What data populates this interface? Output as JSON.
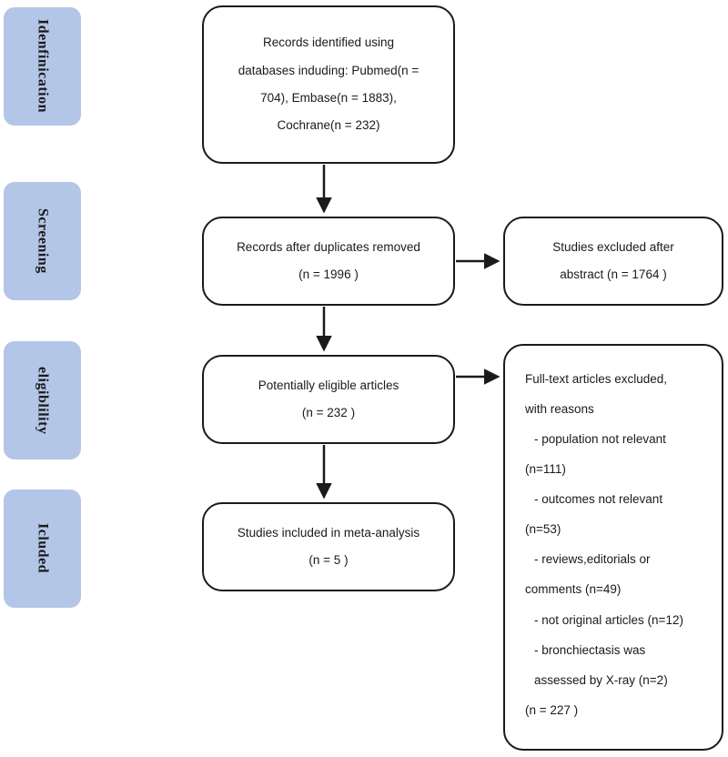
{
  "diagram": {
    "title": "PRISMA study selection flow diagram",
    "accent_color": "#b3c6e7",
    "line_color": "#1a1a1a",
    "background": "#ffffff"
  },
  "stages": [
    {
      "label": "Idenfinication"
    },
    {
      "label": "Screening"
    },
    {
      "label": "eligiblility"
    },
    {
      "label": "Icluded"
    }
  ],
  "nodes": {
    "identified": {
      "lines": [
        "Records identified using",
        "databases induding: Pubmed(n =",
        "704), Embase(n = 1883),",
        "Cochrane(n = 232)"
      ]
    },
    "after_duplicates": {
      "lines": [
        "Records after duplicates removed",
        "(n = 1996 )"
      ]
    },
    "excluded_abstract": {
      "lines": [
        "Studies excluded after",
        "abstract (n = 1764 )"
      ]
    },
    "potentially_eligible": {
      "lines": [
        "Potentially eligible articles",
        "(n = 232 )"
      ]
    },
    "included": {
      "lines": [
        "Studies included in meta-analysis",
        "(n = 5 )"
      ]
    },
    "excluded_fulltext": {
      "lines": [
        "Full-text articles excluded,",
        "with reasons",
        "- population not relevant",
        "(n=111)",
        "- outcomes not relevant",
        "(n=53)",
        "- reviews,editorials or",
        "comments (n=49)",
        "- not original articles (n=12)",
        "- bronchiectasis was",
        "assessed by X-ray (n=2)",
        "(n = 227 )"
      ]
    }
  },
  "chart_data": {
    "type": "diagram",
    "title": "PRISMA flow diagram of study selection",
    "stages": [
      "Idenfinication",
      "Screening",
      "eligiblility",
      "Icluded"
    ],
    "counts": {
      "pubmed": 704,
      "embase": 1883,
      "cochrane": 232,
      "records_after_duplicates": 1996,
      "excluded_after_abstract": 1764,
      "potentially_eligible": 232,
      "full_text_excluded_total": 227,
      "population_not_relevant": 111,
      "outcomes_not_relevant": 53,
      "reviews_editorials_comments": 49,
      "not_original_articles": 12,
      "bronchiectasis_assessed_by_xray": 2,
      "studies_included": 5
    }
  }
}
